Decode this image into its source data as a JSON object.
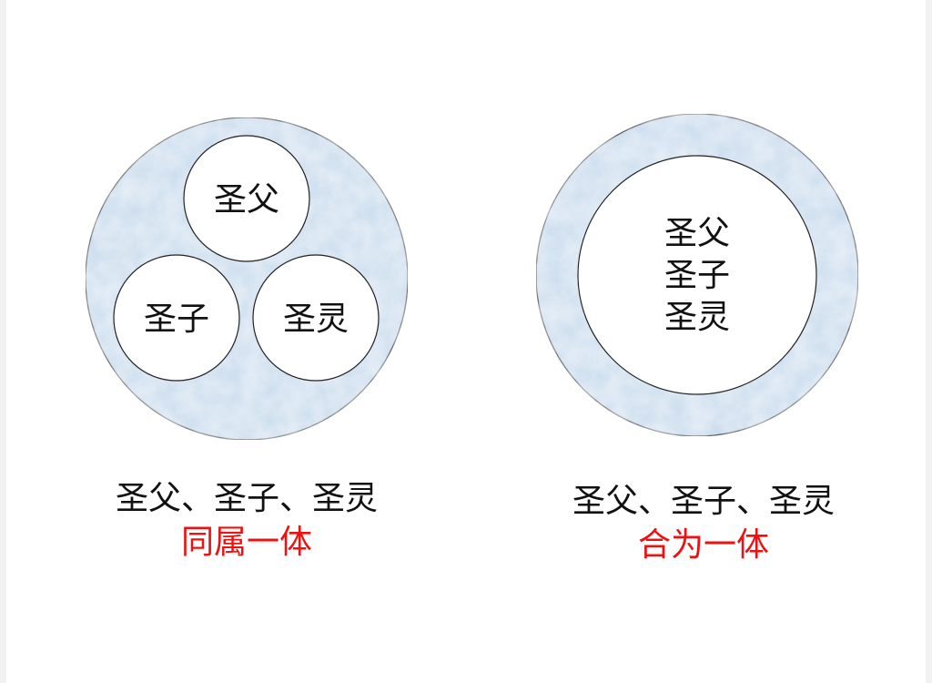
{
  "left_diagram": {
    "top_label": "圣父",
    "left_label": "圣子",
    "right_label": "圣灵",
    "caption_line1": "圣父、圣子、圣灵",
    "caption_line2": "同属一体"
  },
  "right_diagram": {
    "inner_line1": "圣父",
    "inner_line2": "圣子",
    "inner_line3": "圣灵",
    "caption_line1": "圣父、圣子、圣灵",
    "caption_line2": "合为一体"
  },
  "colors": {
    "ring_fill": "#c9dcee",
    "caption_accent": "#ee1111",
    "text": "#111111"
  }
}
